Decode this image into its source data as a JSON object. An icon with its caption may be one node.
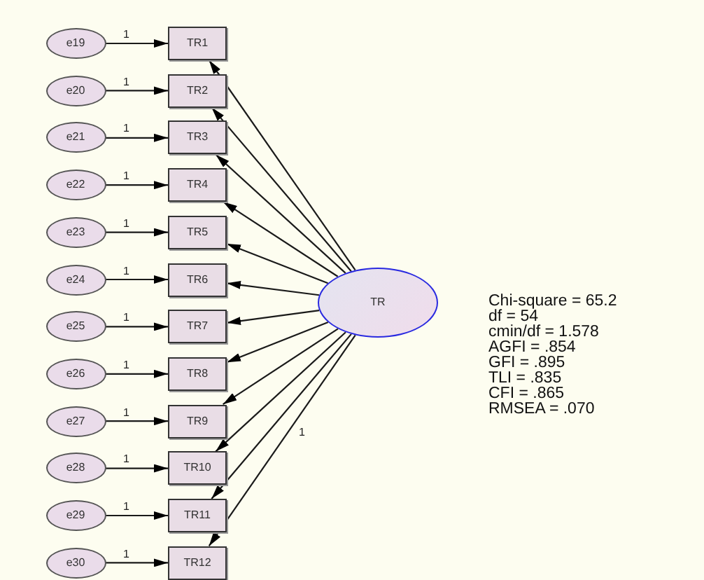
{
  "diagram": {
    "nodes": [
      {
        "text": [
          "e19"
        ]
      },
      {
        "text": [
          "e20"
        ]
      },
      {
        "text": [
          "e21"
        ]
      },
      {
        "text": [
          "e22"
        ]
      },
      {
        "text": [
          "e23"
        ]
      },
      {
        "text": [
          "e24"
        ]
      },
      {
        "text": [
          "e25"
        ]
      },
      {
        "text": [
          "e26"
        ]
      },
      {
        "text": [
          "e27"
        ]
      },
      {
        "text": [
          "e28"
        ]
      },
      {
        "text": [
          "e29"
        ]
      },
      {
        "text": [
          "e30"
        ]
      },
      {
        "text": [
          "TR1"
        ]
      },
      {
        "text": [
          "TR2"
        ]
      },
      {
        "text": [
          "TR3"
        ]
      },
      {
        "text": [
          "TR4"
        ]
      },
      {
        "text": [
          "TR5"
        ]
      },
      {
        "text": [
          "TR6"
        ]
      },
      {
        "text": [
          "TR7"
        ]
      },
      {
        "text": [
          "TR8"
        ]
      },
      {
        "text": [
          "TR9"
        ]
      },
      {
        "text": [
          "TR10"
        ]
      },
      {
        "text": [
          "TR11"
        ]
      },
      {
        "text": [
          "TR12"
        ]
      },
      {
        "text": [
          "TR"
        ]
      }
    ],
    "edges": [
      {
        "from": 0,
        "to": 12,
        "arrow": "to",
        "label": "1"
      },
      {
        "from": 1,
        "to": 13,
        "arrow": "to",
        "label": "1"
      },
      {
        "from": 2,
        "to": 14,
        "arrow": "to",
        "label": "1"
      },
      {
        "from": 3,
        "to": 15,
        "arrow": "to",
        "label": "1"
      },
      {
        "from": 4,
        "to": 16,
        "arrow": "to",
        "label": "1"
      },
      {
        "from": 5,
        "to": 17,
        "arrow": "to",
        "label": "1"
      },
      {
        "from": 6,
        "to": 18,
        "arrow": "to",
        "label": "1"
      },
      {
        "from": 7,
        "to": 19,
        "arrow": "to",
        "label": "1"
      },
      {
        "from": 8,
        "to": 20,
        "arrow": "to",
        "label": "1"
      },
      {
        "from": 9,
        "to": 21,
        "arrow": "to",
        "label": "1"
      },
      {
        "from": 10,
        "to": 22,
        "arrow": "to",
        "label": "1"
      },
      {
        "from": 11,
        "to": 23,
        "arrow": "to",
        "label": "1"
      },
      {
        "from": 24,
        "to": 12,
        "arrow": "to"
      },
      {
        "from": 24,
        "to": 13,
        "arrow": "to"
      },
      {
        "from": 24,
        "to": 14,
        "arrow": "to"
      },
      {
        "from": 24,
        "to": 15,
        "arrow": "to"
      },
      {
        "from": 24,
        "to": 16,
        "arrow": "to"
      },
      {
        "from": 24,
        "to": 17,
        "arrow": "to"
      },
      {
        "from": 24,
        "to": 18,
        "arrow": "to"
      },
      {
        "from": 24,
        "to": 19,
        "arrow": "to"
      },
      {
        "from": 24,
        "to": 20,
        "arrow": "to"
      },
      {
        "from": 24,
        "to": 21,
        "arrow": "to"
      },
      {
        "from": 24,
        "to": 22,
        "arrow": "to"
      },
      {
        "from": 24,
        "to": 23,
        "arrow": "to",
        "label": "1"
      }
    ],
    "labels": [
      "Chi-square = 65.2",
      "df = 54",
      "cmin/df = 1.578",
      "AGFI = .854",
      "GFI = .895",
      "TLI = .835",
      "CFI = .865",
      "RMSEA = .070"
    ]
  }
}
